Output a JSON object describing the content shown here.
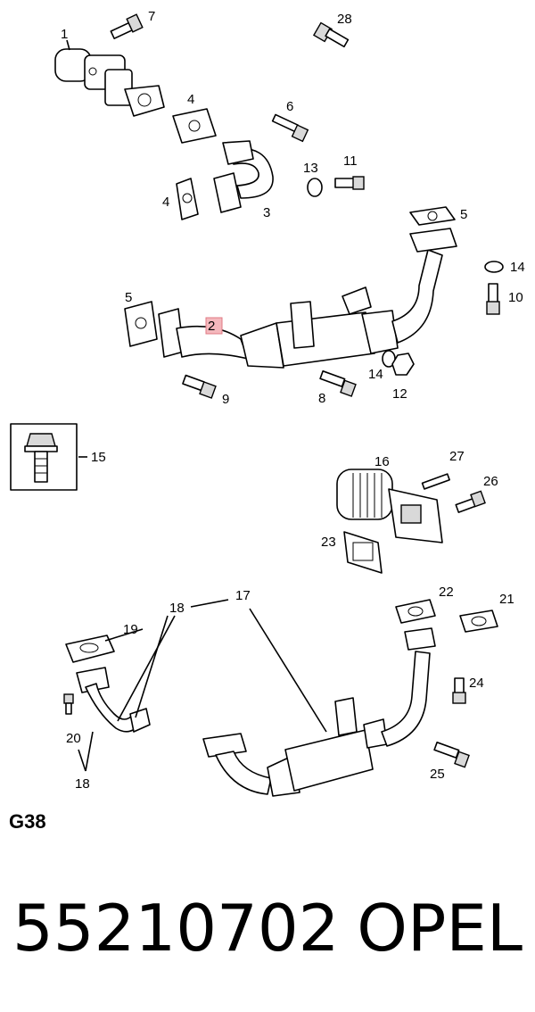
{
  "diagram": {
    "section_code": "G38",
    "callouts": {
      "c1": "1",
      "c2": "2",
      "c3": "3",
      "c4a": "4",
      "c4b": "4",
      "c5a": "5",
      "c5b": "5",
      "c6": "6",
      "c7": "7",
      "c8": "8",
      "c9": "9",
      "c10": "10",
      "c11": "11",
      "c12": "12",
      "c13": "13",
      "c14a": "14",
      "c14b": "14",
      "c15": "15",
      "c16": "16",
      "c17": "17",
      "c18a": "18",
      "c18b": "18",
      "c19": "19",
      "c20": "20",
      "c21": "21",
      "c22": "22",
      "c23": "23",
      "c24": "24",
      "c25": "25",
      "c26": "26",
      "c27": "27",
      "c28": "28"
    },
    "highlight_color": "#f4b8bd"
  },
  "footer": {
    "part_number": "55210702",
    "brand": "OPEL"
  }
}
